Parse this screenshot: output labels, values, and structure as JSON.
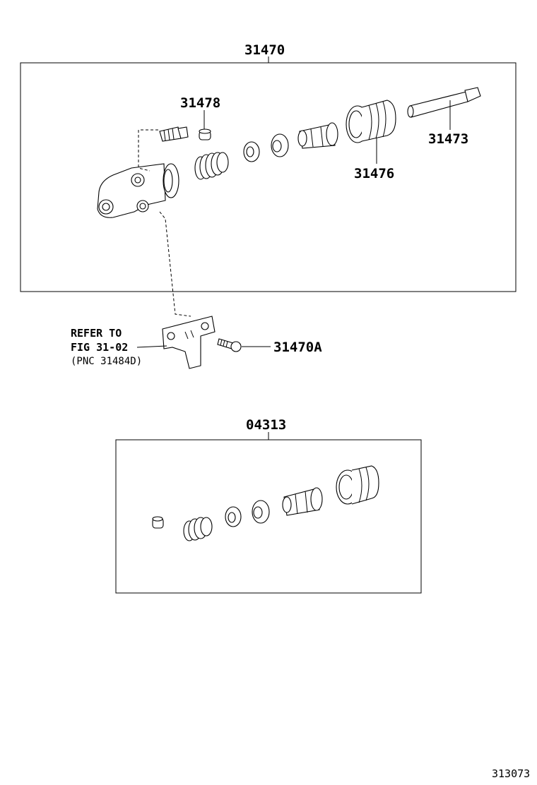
{
  "labels": {
    "assembly": "31470",
    "bleeder_plug": "31478",
    "push_rod": "31473",
    "boot": "31476",
    "bolt": "31470A",
    "kit": "04313"
  },
  "note": {
    "line1": "REFER TO",
    "line2": "FIG 31-02",
    "line3": "(PNC 31484D)"
  },
  "figure_number": "313073"
}
